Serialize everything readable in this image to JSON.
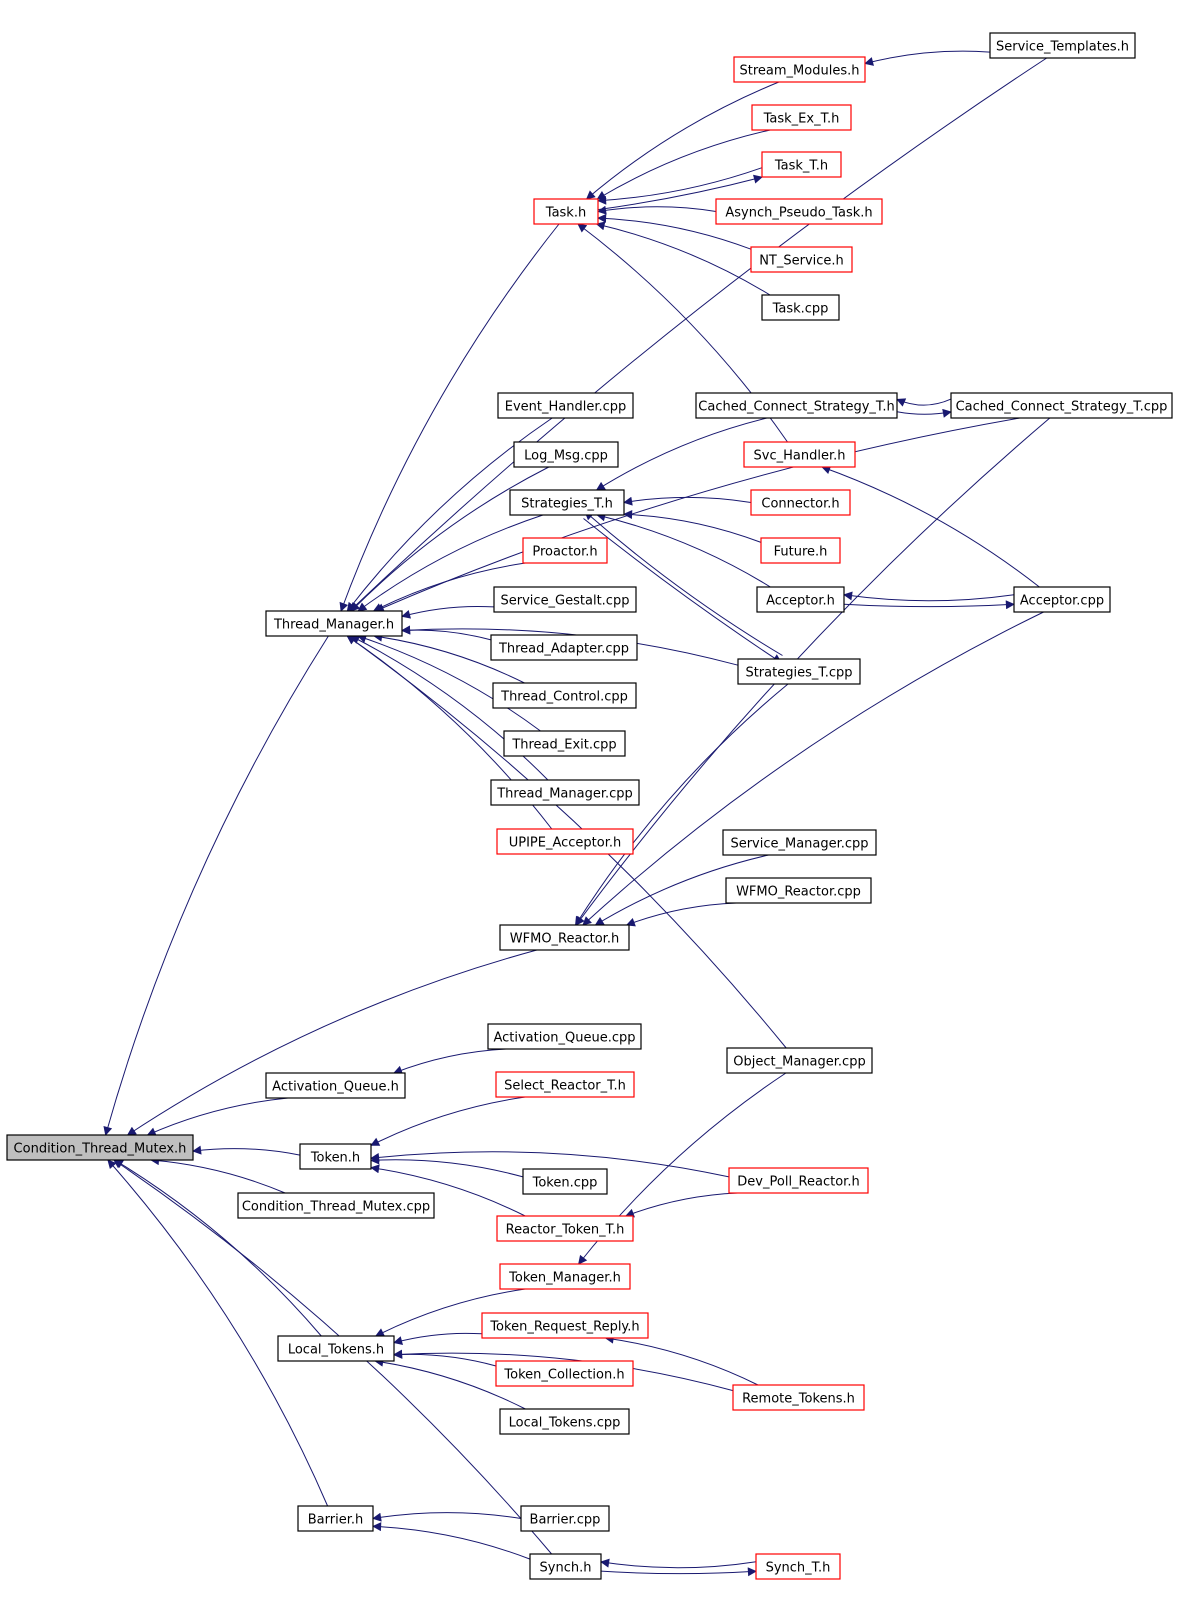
{
  "nodes": [
    {
      "id": "ctm_h",
      "label": "Condition_Thread_Mutex.h",
      "border": "black",
      "fill": "#bfbfbf"
    },
    {
      "id": "svc_templates",
      "label": "Service_Templates.h",
      "border": "black"
    },
    {
      "id": "stream_modules",
      "label": "Stream_Modules.h",
      "border": "red"
    },
    {
      "id": "task_ex_t",
      "label": "Task_Ex_T.h",
      "border": "red"
    },
    {
      "id": "task_t",
      "label": "Task_T.h",
      "border": "red"
    },
    {
      "id": "task_h",
      "label": "Task.h",
      "border": "red"
    },
    {
      "id": "asynch_pseudo",
      "label": "Asynch_Pseudo_Task.h",
      "border": "red"
    },
    {
      "id": "nt_service",
      "label": "NT_Service.h",
      "border": "red"
    },
    {
      "id": "task_cpp",
      "label": "Task.cpp",
      "border": "black"
    },
    {
      "id": "event_handler",
      "label": "Event_Handler.cpp",
      "border": "black"
    },
    {
      "id": "ccs_t_h",
      "label": "Cached_Connect_Strategy_T.h",
      "border": "black"
    },
    {
      "id": "ccs_t_cpp",
      "label": "Cached_Connect_Strategy_T.cpp",
      "border": "black"
    },
    {
      "id": "log_msg",
      "label": "Log_Msg.cpp",
      "border": "black"
    },
    {
      "id": "svc_handler",
      "label": "Svc_Handler.h",
      "border": "red"
    },
    {
      "id": "strategies_t_h",
      "label": "Strategies_T.h",
      "border": "black"
    },
    {
      "id": "connector_h",
      "label": "Connector.h",
      "border": "red"
    },
    {
      "id": "proactor_h",
      "label": "Proactor.h",
      "border": "red"
    },
    {
      "id": "future_h",
      "label": "Future.h",
      "border": "red"
    },
    {
      "id": "service_gestalt",
      "label": "Service_Gestalt.cpp",
      "border": "black"
    },
    {
      "id": "acceptor_h",
      "label": "Acceptor.h",
      "border": "black"
    },
    {
      "id": "acceptor_cpp",
      "label": "Acceptor.cpp",
      "border": "black"
    },
    {
      "id": "thread_manager_h",
      "label": "Thread_Manager.h",
      "border": "black"
    },
    {
      "id": "thread_adapter",
      "label": "Thread_Adapter.cpp",
      "border": "black"
    },
    {
      "id": "strategies_t_cpp",
      "label": "Strategies_T.cpp",
      "border": "black"
    },
    {
      "id": "thread_control",
      "label": "Thread_Control.cpp",
      "border": "black"
    },
    {
      "id": "thread_exit",
      "label": "Thread_Exit.cpp",
      "border": "black"
    },
    {
      "id": "thread_manager_cpp",
      "label": "Thread_Manager.cpp",
      "border": "black"
    },
    {
      "id": "upipe_acceptor",
      "label": "UPIPE_Acceptor.h",
      "border": "red"
    },
    {
      "id": "service_manager",
      "label": "Service_Manager.cpp",
      "border": "black"
    },
    {
      "id": "wfmo_reactor_cpp",
      "label": "WFMO_Reactor.cpp",
      "border": "black"
    },
    {
      "id": "wfmo_reactor_h",
      "label": "WFMO_Reactor.h",
      "border": "black"
    },
    {
      "id": "activation_queue_cpp",
      "label": "Activation_Queue.cpp",
      "border": "black"
    },
    {
      "id": "object_manager",
      "label": "Object_Manager.cpp",
      "border": "black"
    },
    {
      "id": "activation_queue_h",
      "label": "Activation_Queue.h",
      "border": "black"
    },
    {
      "id": "select_reactor_t",
      "label": "Select_Reactor_T.h",
      "border": "red"
    },
    {
      "id": "token_h",
      "label": "Token.h",
      "border": "black"
    },
    {
      "id": "token_cpp",
      "label": "Token.cpp",
      "border": "black"
    },
    {
      "id": "dev_poll",
      "label": "Dev_Poll_Reactor.h",
      "border": "red"
    },
    {
      "id": "ctm_cpp",
      "label": "Condition_Thread_Mutex.cpp",
      "border": "black"
    },
    {
      "id": "reactor_token_t",
      "label": "Reactor_Token_T.h",
      "border": "red"
    },
    {
      "id": "token_manager",
      "label": "Token_Manager.h",
      "border": "red"
    },
    {
      "id": "token_request_reply",
      "label": "Token_Request_Reply.h",
      "border": "red"
    },
    {
      "id": "local_tokens_h",
      "label": "Local_Tokens.h",
      "border": "black"
    },
    {
      "id": "token_collection",
      "label": "Token_Collection.h",
      "border": "red"
    },
    {
      "id": "remote_tokens",
      "label": "Remote_Tokens.h",
      "border": "red"
    },
    {
      "id": "local_tokens_cpp",
      "label": "Local_Tokens.cpp",
      "border": "black"
    },
    {
      "id": "barrier_h",
      "label": "Barrier.h",
      "border": "black"
    },
    {
      "id": "barrier_cpp",
      "label": "Barrier.cpp",
      "border": "black"
    },
    {
      "id": "synch_h",
      "label": "Synch.h",
      "border": "black"
    },
    {
      "id": "synch_t",
      "label": "Synch_T.h",
      "border": "red"
    }
  ],
  "edges": [
    [
      "thread_manager_h",
      "ctm_h"
    ],
    [
      "wfmo_reactor_h",
      "ctm_h"
    ],
    [
      "activation_queue_h",
      "ctm_h"
    ],
    [
      "token_h",
      "ctm_h"
    ],
    [
      "ctm_cpp",
      "ctm_h"
    ],
    [
      "local_tokens_h",
      "ctm_h"
    ],
    [
      "barrier_h",
      "ctm_h"
    ],
    [
      "synch_h",
      "ctm_h"
    ],
    [
      "task_h",
      "thread_manager_h"
    ],
    [
      "svc_templates",
      "thread_manager_h"
    ],
    [
      "ccs_t_cpp",
      "thread_manager_h"
    ],
    [
      "event_handler",
      "thread_manager_h"
    ],
    [
      "log_msg",
      "thread_manager_h"
    ],
    [
      "strategies_t_h",
      "thread_manager_h"
    ],
    [
      "proactor_h",
      "thread_manager_h"
    ],
    [
      "service_gestalt",
      "thread_manager_h"
    ],
    [
      "thread_adapter",
      "thread_manager_h"
    ],
    [
      "thread_control",
      "thread_manager_h"
    ],
    [
      "thread_exit",
      "thread_manager_h"
    ],
    [
      "thread_manager_cpp",
      "thread_manager_h"
    ],
    [
      "upipe_acceptor",
      "thread_manager_h"
    ],
    [
      "strategies_t_cpp",
      "thread_manager_h"
    ],
    [
      "object_manager",
      "thread_manager_h"
    ],
    [
      "stream_modules",
      "task_h"
    ],
    [
      "task_ex_t",
      "task_h"
    ],
    [
      "task_t",
      "task_h"
    ],
    [
      "task_h",
      "task_t"
    ],
    [
      "asynch_pseudo",
      "task_h"
    ],
    [
      "nt_service",
      "task_h"
    ],
    [
      "task_cpp",
      "task_h"
    ],
    [
      "svc_handler",
      "task_h"
    ],
    [
      "svc_templates",
      "stream_modules"
    ],
    [
      "ccs_t_cpp",
      "ccs_t_h"
    ],
    [
      "ccs_t_h",
      "ccs_t_cpp"
    ],
    [
      "ccs_t_h",
      "strategies_t_h"
    ],
    [
      "connector_h",
      "strategies_t_h"
    ],
    [
      "future_h",
      "strategies_t_h"
    ],
    [
      "acceptor_h",
      "strategies_t_h"
    ],
    [
      "strategies_t_cpp",
      "strategies_t_h"
    ],
    [
      "strategies_t_h",
      "strategies_t_cpp"
    ],
    [
      "acceptor_cpp",
      "svc_handler"
    ],
    [
      "acceptor_cpp",
      "acceptor_h"
    ],
    [
      "acceptor_h",
      "acceptor_cpp"
    ],
    [
      "service_manager",
      "wfmo_reactor_h"
    ],
    [
      "wfmo_reactor_cpp",
      "wfmo_reactor_h"
    ],
    [
      "acceptor_cpp",
      "wfmo_reactor_h"
    ],
    [
      "ccs_t_cpp",
      "wfmo_reactor_h"
    ],
    [
      "strategies_t_cpp",
      "wfmo_reactor_h"
    ],
    [
      "activation_queue_cpp",
      "activation_queue_h"
    ],
    [
      "select_reactor_t",
      "token_h"
    ],
    [
      "token_cpp",
      "token_h"
    ],
    [
      "dev_poll",
      "token_h"
    ],
    [
      "reactor_token_t",
      "token_h"
    ],
    [
      "dev_poll",
      "reactor_token_t"
    ],
    [
      "object_manager",
      "token_manager"
    ],
    [
      "token_manager",
      "local_tokens_h"
    ],
    [
      "token_request_reply",
      "local_tokens_h"
    ],
    [
      "token_collection",
      "local_tokens_h"
    ],
    [
      "local_tokens_cpp",
      "local_tokens_h"
    ],
    [
      "remote_tokens",
      "local_tokens_h"
    ],
    [
      "remote_tokens",
      "token_request_reply"
    ],
    [
      "barrier_cpp",
      "barrier_h"
    ],
    [
      "synch_h",
      "barrier_h"
    ],
    [
      "synch_t",
      "synch_h"
    ],
    [
      "synch_h",
      "synch_t"
    ]
  ]
}
